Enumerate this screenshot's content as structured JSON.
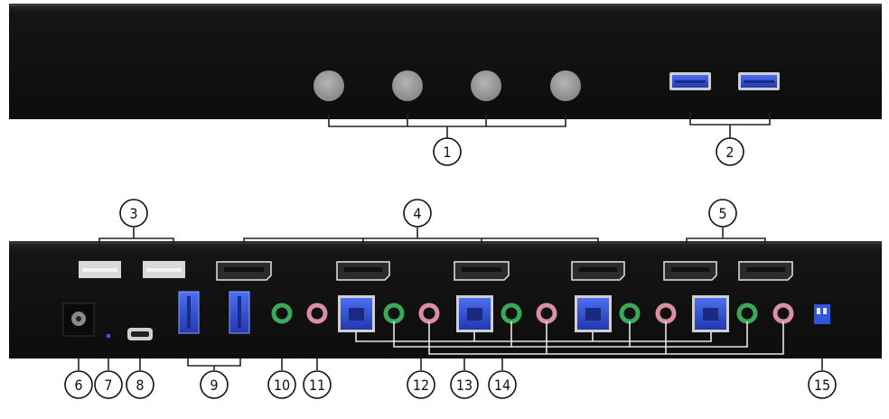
{
  "front_panel": {
    "buttons": 4,
    "usb_ports": 2
  },
  "rear_panel": {
    "usb_a_ports": 2,
    "displayport_inputs": 4,
    "displayport_outputs": 2,
    "usb3_ports": 2,
    "usb_b_ports": 4,
    "mic_jacks": 5,
    "audio_jacks": 5
  },
  "callouts": [
    "1",
    "2",
    "3",
    "4",
    "5",
    "6",
    "7",
    "8",
    "9",
    "10",
    "11",
    "12",
    "13",
    "14",
    "15"
  ],
  "colors": {
    "panel": "#111111",
    "button": "#9a9a9a",
    "usb_blue": "#2f4fd0",
    "audio_green": "#3aa85a",
    "mic_pink": "#d98fa4",
    "line": "#222222"
  }
}
